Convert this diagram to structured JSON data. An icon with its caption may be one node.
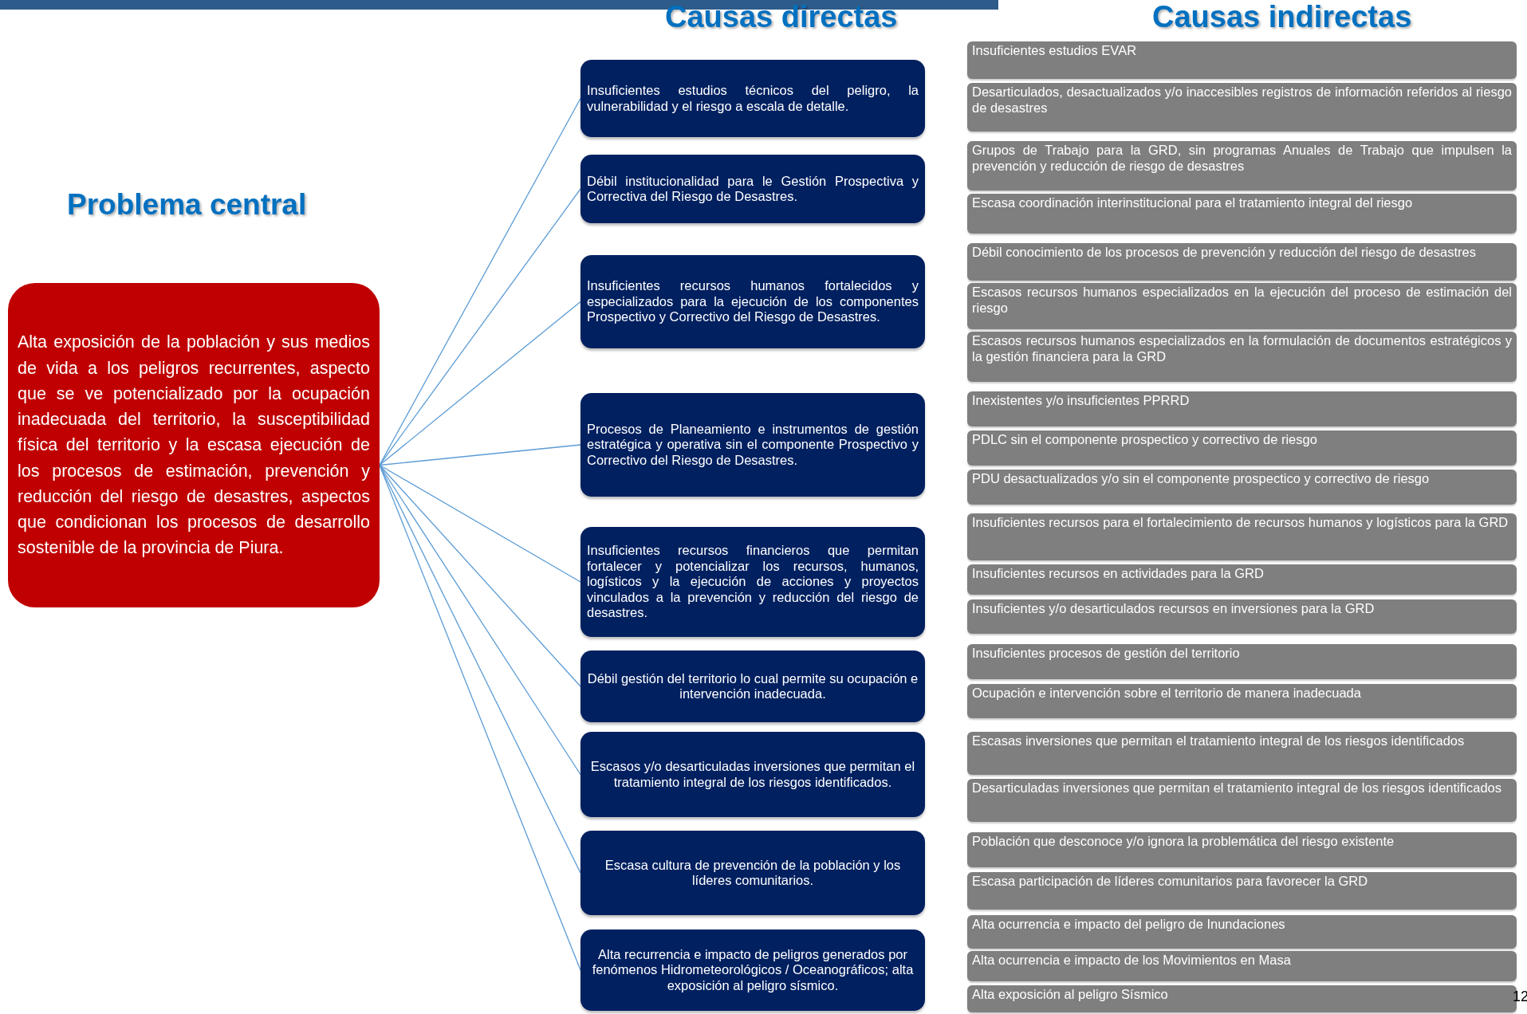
{
  "diagram": {
    "nodes": [
      {
        "text": [
          "Alta exposición de la población y sus medios de vida a los peligros recurrentes, aspecto que se ve potencializado por la ocupación inadecuada del territorio, la susceptibilidad física del territorio y la escasa ejecución de los procesos de estimación, prevención y reducción del riesgo de desastres, aspectos que condicionan los procesos de desarrollo sostenible de la provincia de Piura."
        ]
      },
      {
        "text": [
          "Insuficientes estudios técnicos del peligro, la vulnerabilidad y el riesgo a escala de detalle."
        ]
      },
      {
        "text": [
          "Débil institucionalidad para le Gestión Prospectiva y Correctiva del Riesgo de Desastres."
        ]
      },
      {
        "text": [
          "Insuficientes recursos humanos fortalecidos y especializados para la ejecución de los componentes Prospectivo y Correctivo del Riesgo de Desastres."
        ]
      },
      {
        "text": [
          "Procesos de Planeamiento e instrumentos de gestión estratégica y operativa sin el componente Prospectivo y Correctivo del Riesgo de Desastres."
        ]
      },
      {
        "text": [
          "Insuficientes recursos financieros que permitan fortalecer y potencializar los recursos, humanos, logísticos y la ejecución de acciones y proyectos vinculados a la prevención y reducción del riesgo de desastres."
        ]
      },
      {
        "text": [
          "Débil gestión del territorio lo cual permite su ocupación e intervención inadecuada."
        ]
      },
      {
        "text": [
          "Escasos y/o desarticuladas inversiones que permitan el tratamiento integral de los riesgos identificados."
        ]
      },
      {
        "text": [
          "Escasa cultura de prevención de la población y los líderes comunitarios."
        ]
      },
      {
        "text": [
          "Alta recurrencia e impacto de peligros generados por fenómenos Hidrometeorológicos / Oceanográficos; alta exposición al peligro sísmico."
        ]
      },
      {
        "text": [
          "Insuficientes estudios EVAR"
        ]
      },
      {
        "text": [
          "Desarticulados, desactualizados y/o inaccesibles registros de información referidos al riesgo de desastres"
        ]
      },
      {
        "text": [
          "Grupos de Trabajo para la GRD, sin programas Anuales de Trabajo que impulsen la prevención y reducción de riesgo de desastres"
        ]
      },
      {
        "text": [
          "Escasa coordinación interinstitucional para el tratamiento integral del riesgo"
        ]
      },
      {
        "text": [
          "Débil conocimiento de los procesos de prevención y reducción del riesgo de desastres"
        ]
      },
      {
        "text": [
          "Escasos recursos humanos especializados en la ejecución del proceso de estimación del riesgo"
        ]
      },
      {
        "text": [
          "Escasos recursos humanos especializados en la formulación de documentos estratégicos y la gestión financiera para la GRD"
        ]
      },
      {
        "text": [
          "Inexistentes y/o insuficientes PPRRD"
        ]
      },
      {
        "text": [
          "PDLC sin el componente prospectico y correctivo de riesgo"
        ]
      },
      {
        "text": [
          "PDU desactualizados y/o sin el componente prospectico y correctivo de riesgo"
        ]
      },
      {
        "text": [
          "Insuficientes recursos para el fortalecimiento de recursos humanos y logísticos para la GRD"
        ]
      },
      {
        "text": [
          "Insuficientes recursos en actividades para la GRD"
        ]
      },
      {
        "text": [
          "Insuficientes y/o desarticulados recursos en inversiones para la GRD"
        ]
      },
      {
        "text": [
          "Insuficientes procesos de gestión del territorio"
        ]
      },
      {
        "text": [
          "Ocupación e intervención sobre el territorio de manera inadecuada"
        ]
      },
      {
        "text": [
          "Escasas inversiones que permitan el tratamiento integral de los riesgos identificados"
        ]
      },
      {
        "text": [
          "Desarticuladas inversiones que permitan el tratamiento integral de los riesgos identificados"
        ]
      },
      {
        "text": [
          "Población que desconoce y/o ignora la problemática del riesgo existente"
        ]
      },
      {
        "text": [
          "Escasa participación de líderes comunitarios para favorecer la GRD"
        ]
      },
      {
        "text": [
          "Alta ocurrencia e impacto del peligro de Inundaciones"
        ]
      },
      {
        "text": [
          "Alta ocurrencia e impacto de los Movimientos en Masa"
        ]
      },
      {
        "text": [
          "Alta exposición al peligro Sísmico"
        ]
      }
    ],
    "edges": [
      {
        "from": 0,
        "to": 1,
        "arrow": "none"
      },
      {
        "from": 0,
        "to": 2,
        "arrow": "none"
      },
      {
        "from": 0,
        "to": 3,
        "arrow": "none"
      },
      {
        "from": 0,
        "to": 4,
        "arrow": "none"
      },
      {
        "from": 0,
        "to": 5,
        "arrow": "none"
      },
      {
        "from": 0,
        "to": 6,
        "arrow": "none"
      },
      {
        "from": 0,
        "to": 7,
        "arrow": "none"
      },
      {
        "from": 0,
        "to": 8,
        "arrow": "none"
      },
      {
        "from": 0,
        "to": 9,
        "arrow": "none"
      }
    ],
    "labels": [
      "Causas directas",
      "Causas indirectas",
      "Problema central",
      "12"
    ]
  }
}
